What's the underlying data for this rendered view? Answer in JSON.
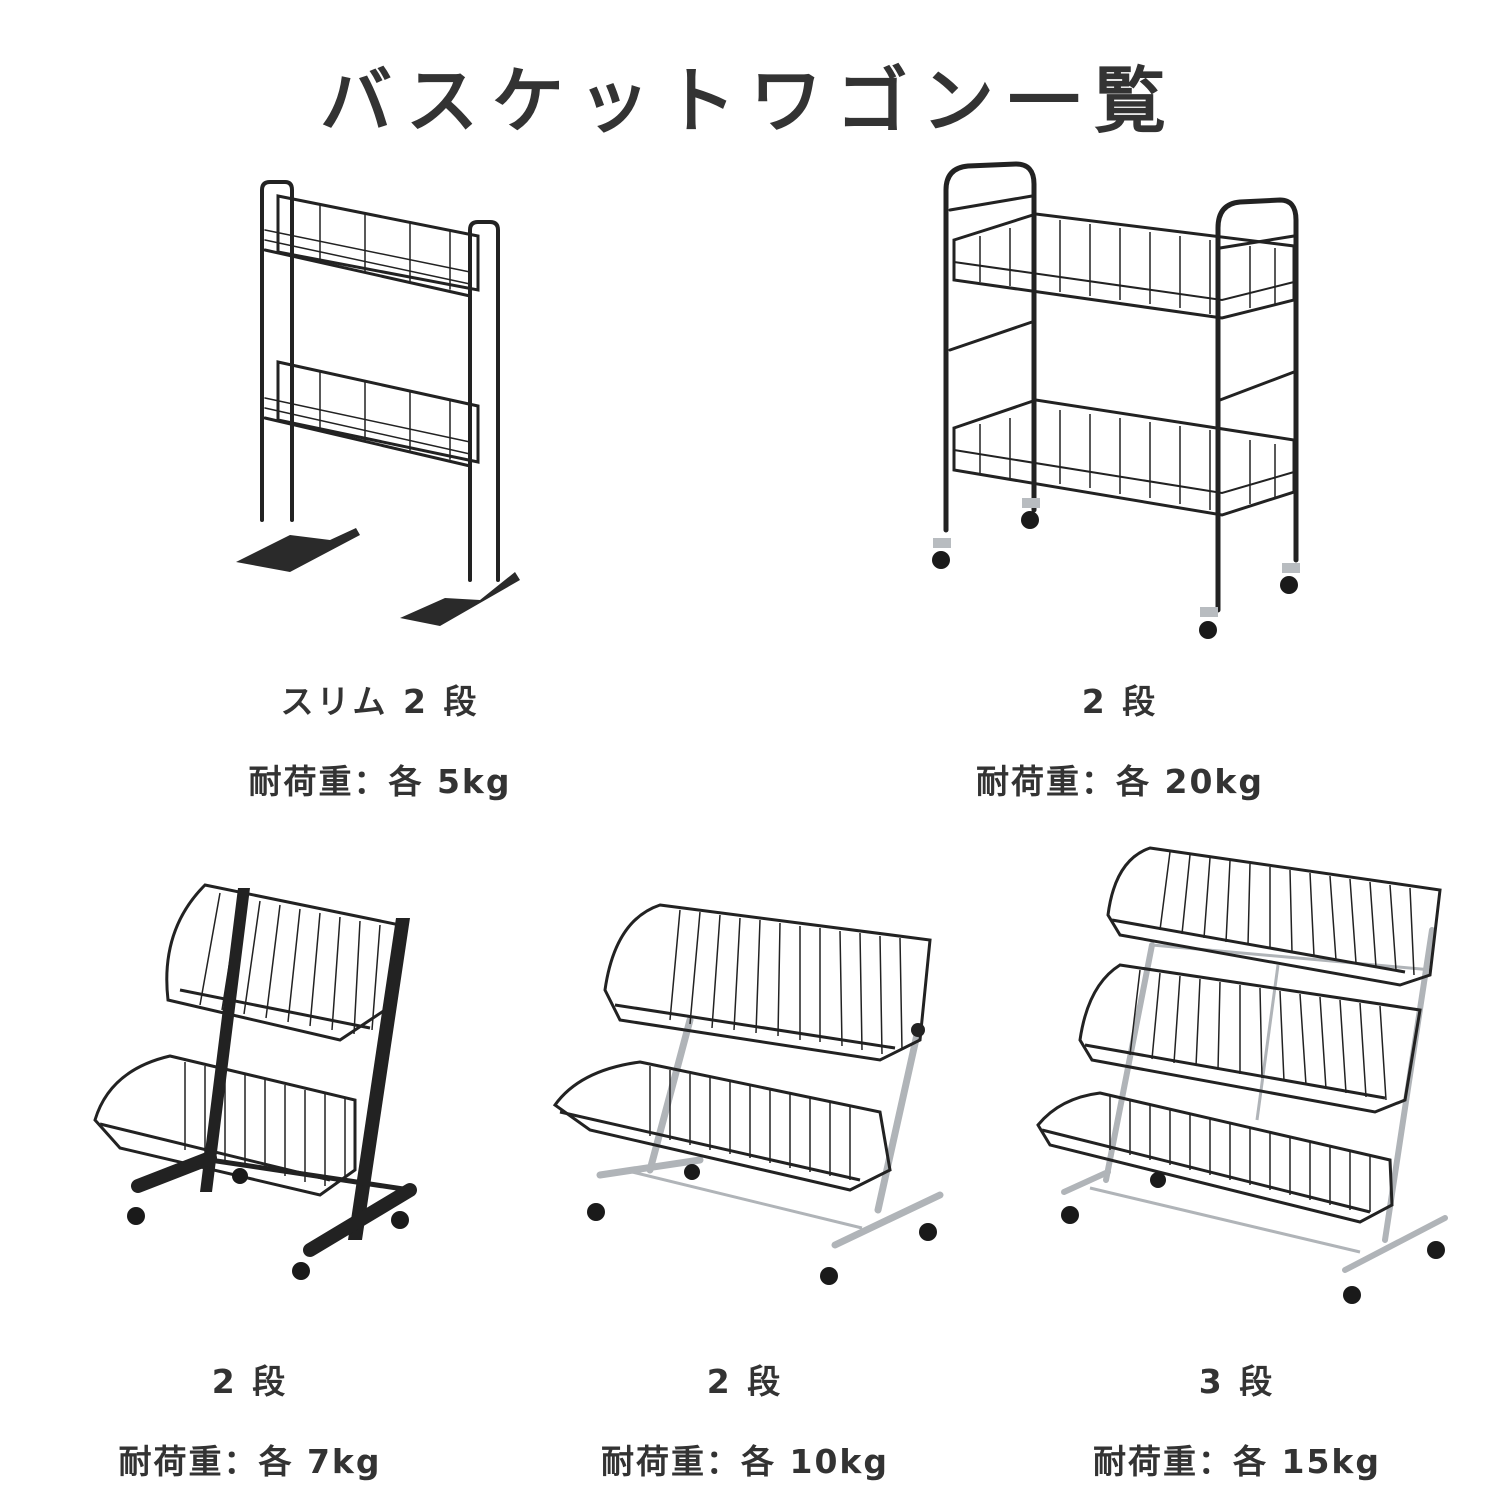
{
  "page": {
    "title": "バスケットワゴン一覧"
  },
  "colors": {
    "text": "#333333",
    "wire_black": "#222222",
    "chrome": "#b8bcc0",
    "background": "#ffffff"
  },
  "products": [
    {
      "id": "slim-2tier",
      "name": "スリム 2 段",
      "load": "耐荷重：各 5kg",
      "frame_color": "black",
      "tiers": 2,
      "base": "flat-feet"
    },
    {
      "id": "2tier-cart",
      "name": "2 段",
      "load": "耐荷重：各 20kg",
      "frame_color": "black",
      "tiers": 2,
      "base": "casters"
    },
    {
      "id": "2tier-black-display",
      "name": "2 段",
      "load": "耐荷重：各 7kg",
      "frame_color": "black",
      "tiers": 2,
      "base": "casters"
    },
    {
      "id": "2tier-chrome-display",
      "name": "2 段",
      "load": "耐荷重：各 10kg",
      "frame_color": "chrome",
      "tiers": 2,
      "base": "casters"
    },
    {
      "id": "3tier-chrome-display",
      "name": "3 段",
      "load": "耐荷重：各 15kg",
      "frame_color": "chrome",
      "tiers": 3,
      "base": "casters"
    }
  ]
}
